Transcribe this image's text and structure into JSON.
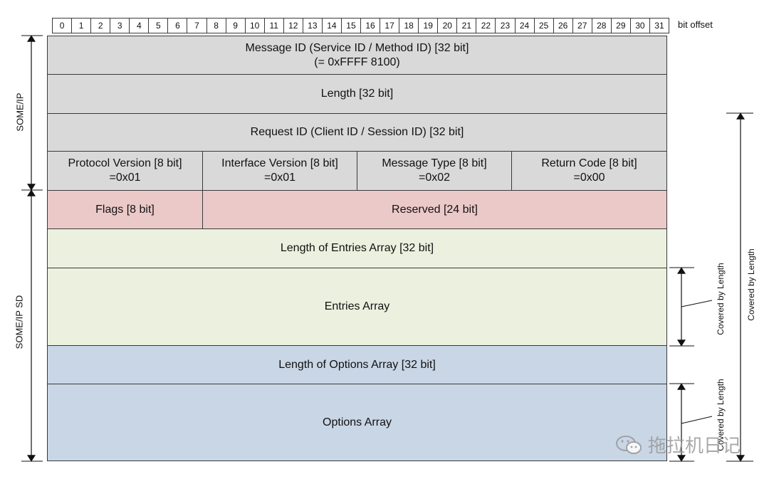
{
  "bit_offsets": [
    "0",
    "1",
    "2",
    "3",
    "4",
    "5",
    "6",
    "7",
    "8",
    "9",
    "10",
    "11",
    "12",
    "13",
    "14",
    "15",
    "16",
    "17",
    "18",
    "19",
    "20",
    "21",
    "22",
    "23",
    "24",
    "25",
    "26",
    "27",
    "28",
    "29",
    "30",
    "31"
  ],
  "bit_offset_label": "bit offset",
  "rows": {
    "message_id_line1": "Message ID (Service ID / Method ID) [32 bit]",
    "message_id_line2": "(= 0xFFFF 8100)",
    "length": "Length [32 bit]",
    "request_id": "Request ID (Client ID / Session ID) [32 bit]",
    "protocol_version": "Protocol Version [8 bit]",
    "protocol_version_value": "=0x01",
    "interface_version": "Interface Version [8 bit]",
    "interface_version_value": "=0x01",
    "message_type": "Message Type [8 bit]",
    "message_type_value": "=0x02",
    "return_code": "Return Code [8 bit]",
    "return_code_value": "=0x00",
    "flags": "Flags [8 bit]",
    "reserved": "Reserved [24 bit]",
    "length_entries": "Length of Entries Array  [32 bit]",
    "entries_array": "Entries Array",
    "length_options": "Length of Options Array  [32 bit]",
    "options_array": "Options Array"
  },
  "side_labels": {
    "someip": "SOME/IP",
    "someip_sd": "SOME/IP SD",
    "covered_entries": "Covered by Length",
    "covered_options": "Covered by Length",
    "covered_total": "Covered by Length"
  },
  "watermark": "拖拉机日记",
  "colors": {
    "header": "#d9d9d9",
    "flags": "#ecc9c9",
    "entries": "#ebf1de",
    "options": "#c9d6e6"
  }
}
